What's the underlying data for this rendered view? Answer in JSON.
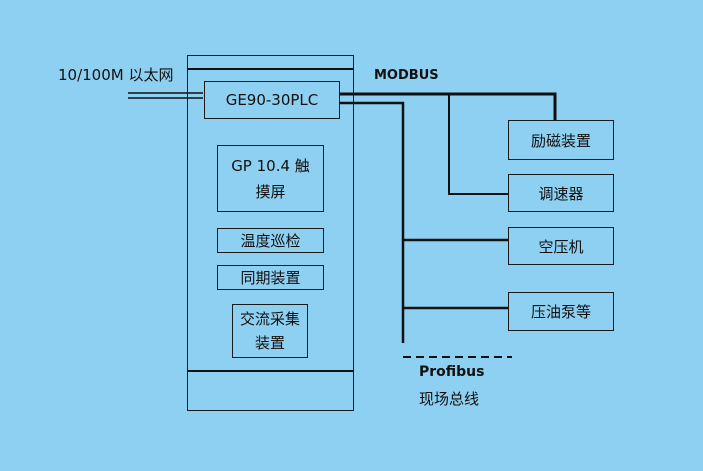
{
  "ethernet_label": "10/100M 以太网",
  "modbus_label": "MODBUS",
  "plc_label": "GE90-30PLC",
  "panel_items": [
    "GP 10.4 触\n摸屏",
    "温度巡检",
    "同期装置",
    "交流采集\n装置"
  ],
  "devices": [
    "励磁装置",
    "调速器",
    "空压机",
    "压油泵等"
  ],
  "profibus_label": "Profibus",
  "fieldbus_label": "现场总线",
  "colors": {
    "background": "#8ED0F1",
    "line": "#111111"
  }
}
